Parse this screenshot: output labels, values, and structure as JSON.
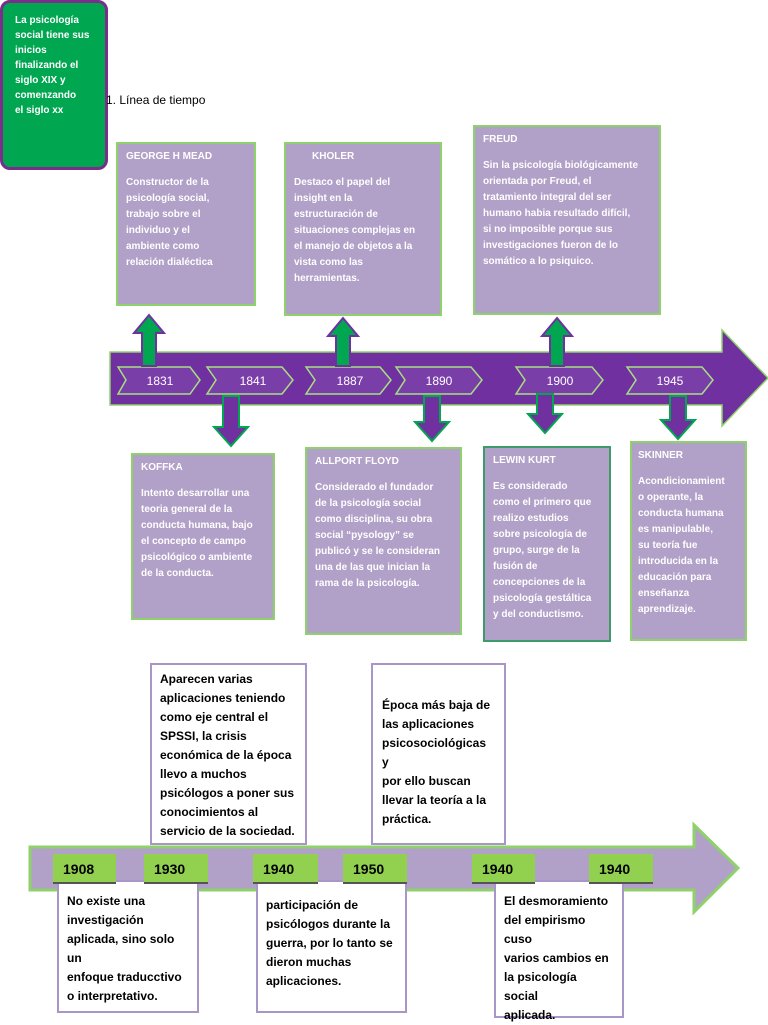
{
  "heading": "1.  Línea de tiempo",
  "intro": "La psicología\nsocial tiene sus\ninicios\nfinalizando el\nsiglo XIX y\ncomenzando\nel siglo xx",
  "timeline1": {
    "years": [
      "1831",
      "1841",
      "1887",
      "1890",
      "1900",
      "1945"
    ],
    "cards_top": [
      {
        "title": "GEORGE H MEAD",
        "text": "Constructor de la\npsicología social,\ntrabajo sobre el\nindividuo y el\nambiente como\nrelación dialéctica"
      },
      {
        "title": "KHOLER",
        "text": "Destaco el papel del\ninsight en la\nestructuración de\nsituaciones complejas en\nel manejo de objetos a la\nvista como las\nherramientas."
      },
      {
        "title": "FREUD",
        "text": "Sin la psicología biológicamente\norientada por Freud, el\ntratamiento integral del ser\nhumano habia resultado difícil,\nsi no imposible porque sus\ninvestigaciones fueron de lo\nsomático a lo psiquico."
      }
    ],
    "cards_bottom": [
      {
        "title": "KOFFKA",
        "text": "Intento desarrollar una\nteoria general de la\nconducta humana, bajo\nel concepto de campo\npsicológico o ambiente\nde la conducta."
      },
      {
        "title": "ALLPORT FLOYD",
        "text": "Considerado el fundador\nde la psicología social\ncomo disciplina, su obra\nsocial “pysology” se\npublicó y se le consideran\nuna de las que inician la\nrama de la psicología."
      },
      {
        "title": "LEWIN KURT",
        "text": "Es considerado\ncomo el primero que\nrealizo estudios\nsobre psicología de\ngrupo, surge de la\nfusión de\nconcepciones de la\npsicología gestáltica\ny del conductismo."
      },
      {
        "title": "SKINNER",
        "text": "Acondicionamient\no operante, la\nconducta humana\nes manipulable,\nsu teoría fue\nintroducida en la\neducación para\nenseñanza\naprendizaje."
      }
    ]
  },
  "timeline2": {
    "years": [
      "1908",
      "1930",
      "1940",
      "1950",
      "1940",
      "1940"
    ],
    "notes_top": [
      "Aparecen varias\naplicaciones teniendo\ncomo eje central el\nSPSSI, la crisis\neconómica de la época\nllevo a muchos\npsicólogos a poner sus\nconocimientos al\nservicio de la sociedad.",
      "Época más baja de\nlas aplicaciones\npsicosociológicas y\npor ello buscan\nllevar la teoría a la\npráctica."
    ],
    "notes_bottom": [
      "No existe una\ninvestigación\naplicada, sino solo un\nenfoque traducctivo\no interpretativo.",
      "participación de\npsicólogos durante la\nguerra, por lo tanto se\ndieron muchas\naplicaciones.",
      "El desmoramiento\ndel empirismo cuso\nvarios cambios en\nla psicología social\naplicada."
    ]
  },
  "colors": {
    "purple": "#7030a0",
    "lavender": "#b1a0c7",
    "green": "#00a650",
    "lime": "#92d050",
    "light_green_border": "#8fd26b"
  }
}
